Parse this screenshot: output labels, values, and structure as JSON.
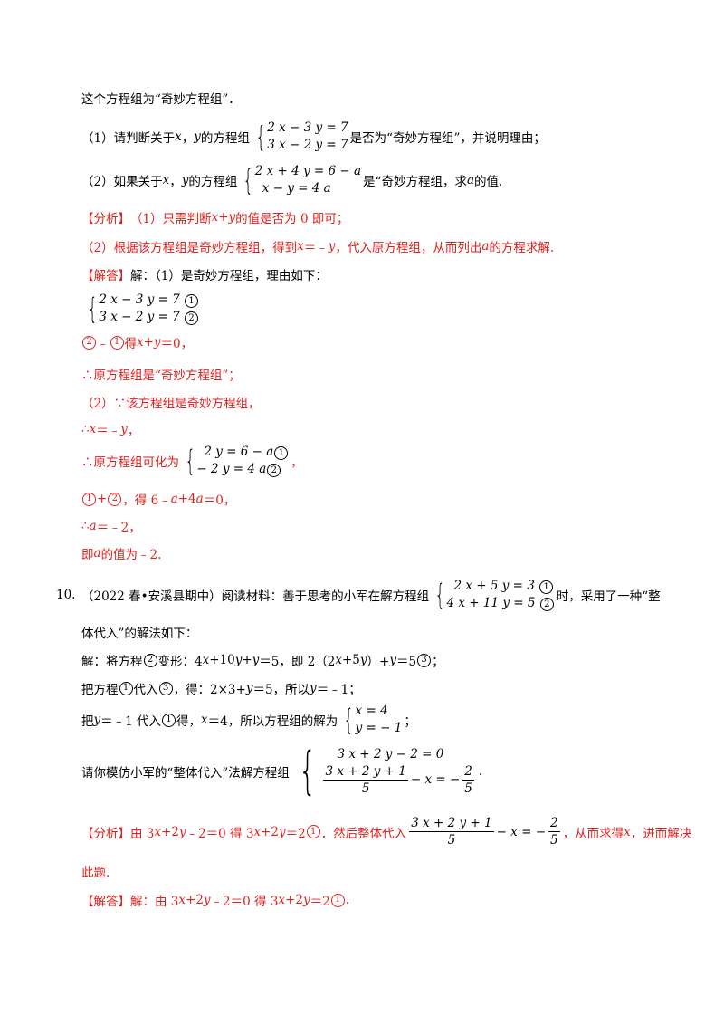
{
  "l1": "这个方程组为“奇妙方程组”．",
  "q1": {
    "pre": "（1）请判断关于",
    "x": "x",
    "sep": "，",
    "y": "y",
    "mid": "的方程组",
    "eq1": "2 x − 3 y = 7",
    "eq2": "3 x − 2 y = 7",
    "post": "是否为“奇妙方程组”，并说明理由；"
  },
  "q2": {
    "pre": "（2）如果关于",
    "x": "x",
    "sep": "，",
    "y": "y",
    "mid": "的方程组",
    "eq1": "2 x + 4 y = 6 − a",
    "eq2": "x − y = 4 a",
    "post1": "是“奇妙方程组，求",
    "a": "a",
    "post2": "的值."
  },
  "fx1": {
    "tag": "【分析】",
    "t1": "（1）只需判断",
    "xy": "x+y",
    "t2": "的值是否为 0 即可；"
  },
  "fx2": {
    "t1": "（2）根据该方程组是奇妙方程组，得到",
    "x": "x",
    "t2": "＝﹣",
    "y": "y",
    "t3": "，代入原方程组，从而列出",
    "a": "a",
    "t4": "的方程求解."
  },
  "jd1": {
    "tag": "【解答】",
    "t1": "解：（1）是奇妙方程组，理由如下："
  },
  "sys1": {
    "eq1": "2 x − 3 y = 7",
    "eq2": "3 x − 2 y = 7",
    "c1": "1",
    "c2": "2"
  },
  "r1": {
    "c2": "2",
    "t1": "﹣",
    "c1": "1",
    "t2": "得",
    "xy": "x+y",
    "t3": "＝0，"
  },
  "r2": "∴原方程组是“奇妙方程组”；",
  "r3": "（2）∵该方程组是奇妙方程组，",
  "r4": {
    "t1": "∴",
    "x": "x",
    "t2": "＝﹣",
    "y": "y",
    "t3": "，"
  },
  "r5": {
    "t1": "∴原方程组可化为",
    "eq1": "2 y = 6 − a",
    "eq2": "− 2 y = 4 a",
    "c1": "1",
    "c2": "2"
  },
  "r6": {
    "c1": "1",
    "t1": "+",
    "c2": "2",
    "t2": "，得 6﹣",
    "a1": "a",
    "t3": "+4",
    "a2": "a",
    "t4": "＝0，"
  },
  "r7": {
    "t1": "∴",
    "a": "a",
    "t2": "＝﹣2，"
  },
  "r8": {
    "t1": "即",
    "a": "a",
    "t2": "的值为﹣2."
  },
  "p10": {
    "num": "10.",
    "src": "（2022 春•安溪县期中）阅读材料：善于思考的小军在解方程组",
    "eq1": "2 x + 5 y = 3",
    "eq2": "4 x + 11 y = 5",
    "c1": "1",
    "c2": "2",
    "post": "时，采用了一种“整"
  },
  "p10b": "体代入”的解法如下：",
  "s1": {
    "t1": "解：将方程",
    "c2": "2",
    "t2": "变形：4",
    "x1": "x",
    "t3": "+10",
    "y1": "y",
    "t4": "+",
    "y2": "y",
    "t5": "＝5，即 2（2",
    "x2": "x",
    "t6": "+5",
    "y3": "y",
    "t7": "）+",
    "y4": "y",
    "t8": "＝5",
    "c3": "3",
    "t9": "；"
  },
  "s2": {
    "t1": "把方程",
    "c1": "1",
    "t2": "代入",
    "c3": "3",
    "t3": "，得：2×3+",
    "y": "y",
    "t4": "＝5，所以",
    "y2": "y",
    "t5": "＝﹣1；"
  },
  "s3": {
    "t1": "把",
    "y": "y",
    "t2": "＝﹣1 代入",
    "c1": "1",
    "t3": "得，",
    "x": "x",
    "t4": "＝4，所以方程组的解为",
    "eq1": "x = 4",
    "eq2": "y = − 1",
    "t5": "；"
  },
  "s4": {
    "t1": "请你模仿小军的“整体代入”法解方程组",
    "eq1": "3 x + 2 y − 2 = 0",
    "num": "3 x + 2 y + 1",
    "den": "5",
    "mid": "− x = −",
    "num2": "2",
    "den2": "5",
    "t2": "."
  },
  "fx3": {
    "tag": "【分析】",
    "t1": "由 3",
    "x1": "x",
    "t2": "+2",
    "y1": "y",
    "t3": "﹣2＝0 得 3",
    "x2": "x",
    "t4": "+2",
    "y2": "y",
    "t5": "＝2",
    "c1": "1",
    "t6": "．然后整体代入",
    "num": "3 x + 2 y + 1",
    "den": "5",
    "mid": "− x = −",
    "num2": "2",
    "den2": "5",
    "t7": "，从而求得",
    "x3": "x",
    "t8": "，进而解决"
  },
  "fx3b": "此题.",
  "jd2": {
    "tag": "【解答】",
    "t1": "解：由 3",
    "x1": "x",
    "t2": "+2",
    "y1": "y",
    "t3": "﹣2＝0 得 3",
    "x2": "x",
    "t4": "+2",
    "y2": "y",
    "t5": "＝2",
    "c1": "1",
    "t6": "."
  }
}
